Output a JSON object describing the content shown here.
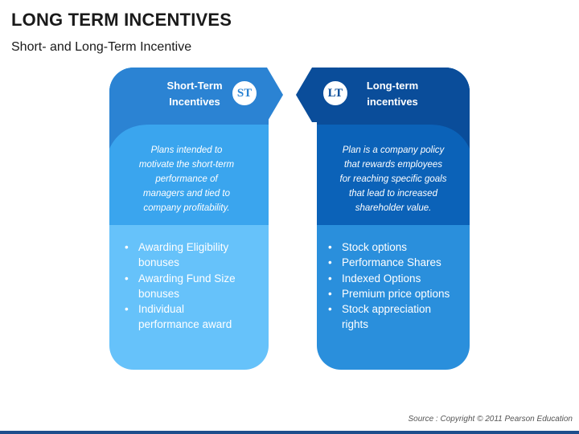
{
  "title": "LONG TERM INCENTIVES",
  "subtitle": "Short- and Long-Term Incentive",
  "colors": {
    "left_top": "#2b83d3",
    "left_mid": "#3aa5ee",
    "left_bottom": "#66c2fa",
    "right_top": "#0a4d9a",
    "right_mid": "#0b62b8",
    "right_bottom": "#2a8fdc"
  },
  "left": {
    "badge": "ST",
    "heading_line1": "Short-Term",
    "heading_line2": "Incentives",
    "desc": [
      "Plans intended to",
      "motivate the short-term",
      "performance of",
      "managers and tied to",
      "company profitability."
    ],
    "items": [
      "Awarding Eligibility bonuses",
      "Awarding Fund Size bonuses",
      "Individual performance award"
    ]
  },
  "right": {
    "badge": "LT",
    "heading_line1": "Long-term",
    "heading_line2": "incentives",
    "desc": [
      "Plan is a company policy",
      "that rewards employees",
      "for reaching specific goals",
      "that lead to increased",
      "shareholder value."
    ],
    "items": [
      "Stock options",
      "Performance Shares",
      "Indexed Options",
      "Premium price options",
      "Stock appreciation rights"
    ]
  },
  "source": "Source : Copyright © 2011 Pearson Education"
}
